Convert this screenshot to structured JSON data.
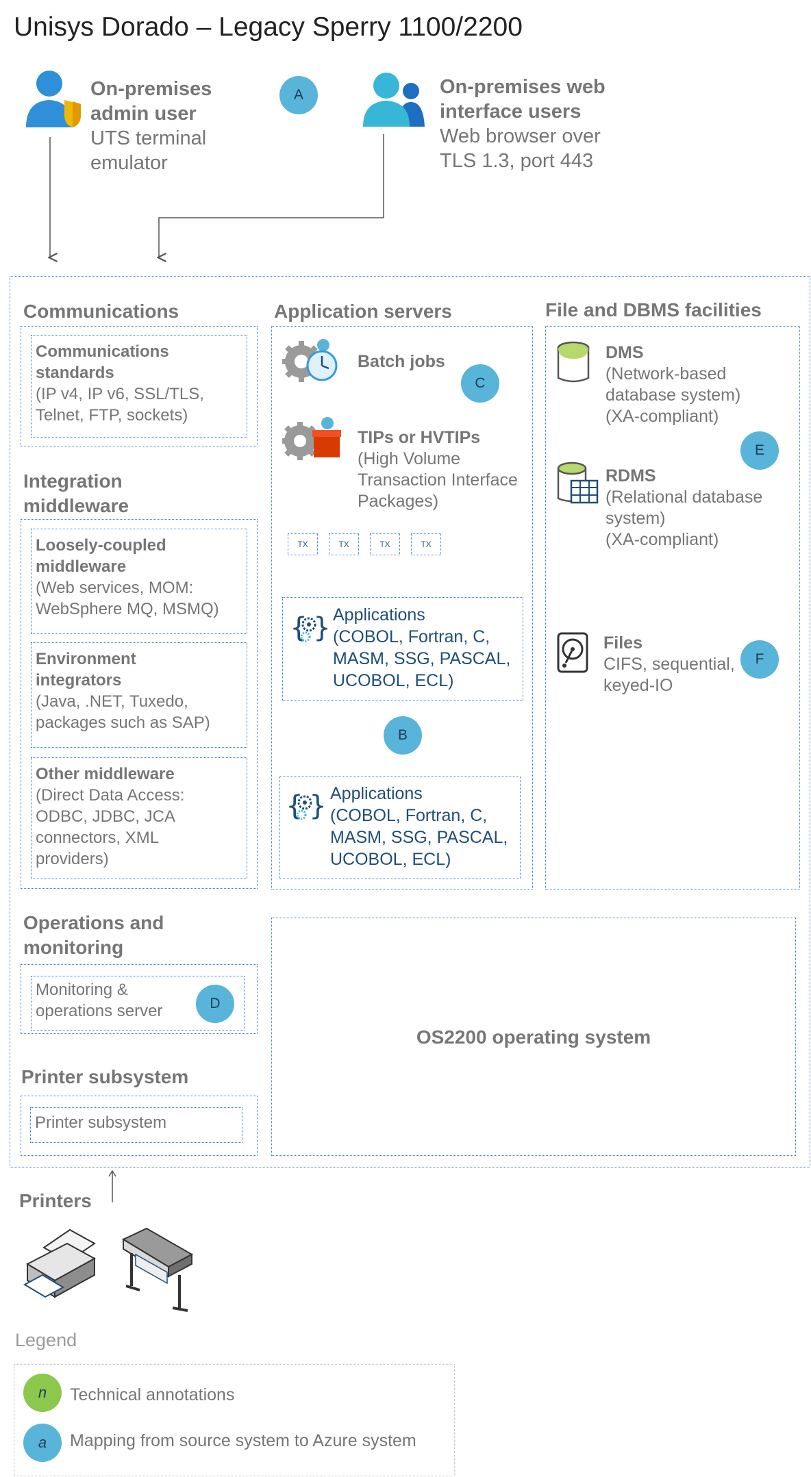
{
  "title": "Unisys Dorado – Legacy Sperry 1100/2200",
  "users": {
    "admin": {
      "name_l1": "On-premises",
      "name_l2": "admin user",
      "sub_l1": "UTS terminal",
      "sub_l2": "emulator"
    },
    "web": {
      "name_l1": "On-premises web",
      "name_l2": "interface users",
      "sub_l1": "Web browser over",
      "sub_l2": "TLS 1.3, port 443"
    }
  },
  "badges": {
    "a": "A",
    "b": "B",
    "c": "C",
    "d": "D",
    "e": "E",
    "f": "F"
  },
  "communications": {
    "title": "Communications",
    "standards": {
      "title_l1": "Communications",
      "title_l2": "standards",
      "l1": "(IP v4, IP v6, SSL/TLS,",
      "l2": "Telnet, FTP, sockets)"
    }
  },
  "integration": {
    "title_l1": "Integration",
    "title_l2": "middleware",
    "loosely": {
      "title_l1": "Loosely-coupled",
      "title_l2": "middleware",
      "l1": "(Web services, MOM:",
      "l2": "WebSphere MQ, MSMQ)"
    },
    "environment": {
      "title_l1": "Environment",
      "title_l2": "integrators",
      "l1": "(Java, .NET, Tuxedo,",
      "l2": "packages such as SAP)"
    },
    "other": {
      "title": "Other middleware",
      "l1": "(Direct Data Access:",
      "l2": "ODBC, JDBC, JCA",
      "l3": "connectors, XML",
      "l4": "providers)"
    }
  },
  "operations": {
    "title_l1": "Operations and",
    "title_l2": "monitoring",
    "server_l1": "Monitoring &",
    "server_l2": "operations server"
  },
  "printer_subsystem": {
    "title": "Printer subsystem",
    "box": "Printer subsystem"
  },
  "app_servers": {
    "title": "Application servers",
    "batch": "Batch jobs",
    "tips": {
      "title": "TIPs or HVTIPs",
      "l1": "(High Volume",
      "l2": "Transaction Interface",
      "l3": "Packages)"
    },
    "tx": [
      "TX",
      "TX",
      "TX",
      "TX"
    ],
    "apps1": {
      "l1": "Applications",
      "l2": "(COBOL, Fortran, C,",
      "l3": "MASM, SSG, PASCAL,",
      "l4": "UCOBOL, ECL)"
    },
    "apps2": {
      "l1": "Applications",
      "l2": "(COBOL, Fortran, C,",
      "l3": "MASM, SSG, PASCAL,",
      "l4": "UCOBOL, ECL)"
    }
  },
  "dbms": {
    "title": "File and DBMS facilities",
    "dms": {
      "title": "DMS",
      "l1": "(Network-based",
      "l2": "database system)",
      "l3": "(XA-compliant)"
    },
    "rdms": {
      "title": "RDMS",
      "l1": "(Relational database",
      "l2": "system)",
      "l3": "(XA-compliant)"
    },
    "files": {
      "title": "Files",
      "l1": "CIFS, sequential,",
      "l2": "keyed-IO"
    }
  },
  "os": "OS2200 operating system",
  "printers": "Printers",
  "legend": {
    "title": "Legend",
    "tech_symbol": "n",
    "tech_label": "Technical annotations",
    "map_symbol": "a",
    "map_label": "Mapping from source system to Azure system"
  },
  "colors": {
    "badge": "#59b4d9",
    "legend_green": "#8cc84b",
    "border": "#3a7bd5",
    "text_gray": "#767676",
    "app_text": "#1f4e79"
  },
  "icons": [
    "admin-user-shield-icon",
    "web-users-icon",
    "batch-gear-clock-icon",
    "tips-gear-box-icon",
    "app-gear-icon",
    "dms-cylinder-icon",
    "rdms-table-icon",
    "files-disk-icon",
    "printer-icon",
    "plotter-icon"
  ]
}
